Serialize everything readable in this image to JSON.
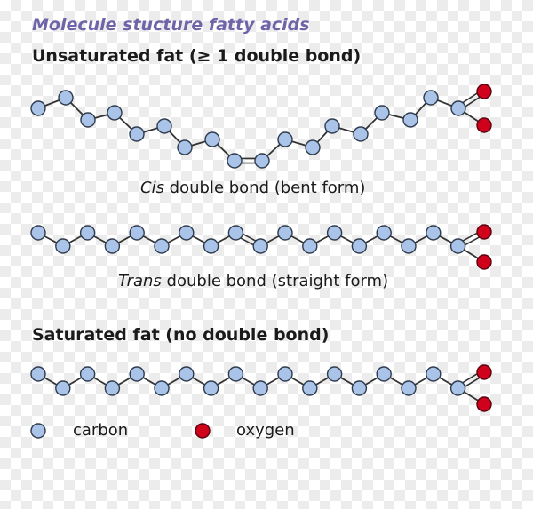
{
  "title": "Molecule stucture fatty acids",
  "unsaturated_heading": "Unsaturated fat (≥ 1 double bond)",
  "cis_label": {
    "italic": "Cis",
    "rest": " double bond (bent form)"
  },
  "trans_label": {
    "italic": "Trans",
    "rest": " double bond (straight form)"
  },
  "saturated_heading": "Saturated fat (no double bond)",
  "legend": {
    "carbon": "carbon",
    "oxygen": "oxygen"
  },
  "colors": {
    "carbon_fill": "#a9c4e8",
    "carbon_stroke": "#2f3b4d",
    "oxygen_fill": "#d0021b",
    "oxygen_stroke": "#5a0010",
    "bond": "#333333",
    "title": "#6f64a8"
  },
  "molecules": {
    "cis": {
      "carbons": 18,
      "double_bond_after_carbon": 9,
      "oxygens": 2,
      "shape": "bent"
    },
    "trans": {
      "carbons": 18,
      "double_bond_after_carbon": 9,
      "oxygens": 2,
      "shape": "straight"
    },
    "saturated": {
      "carbons": 18,
      "double_bond_after_carbon": null,
      "oxygens": 2,
      "shape": "straight"
    }
  }
}
